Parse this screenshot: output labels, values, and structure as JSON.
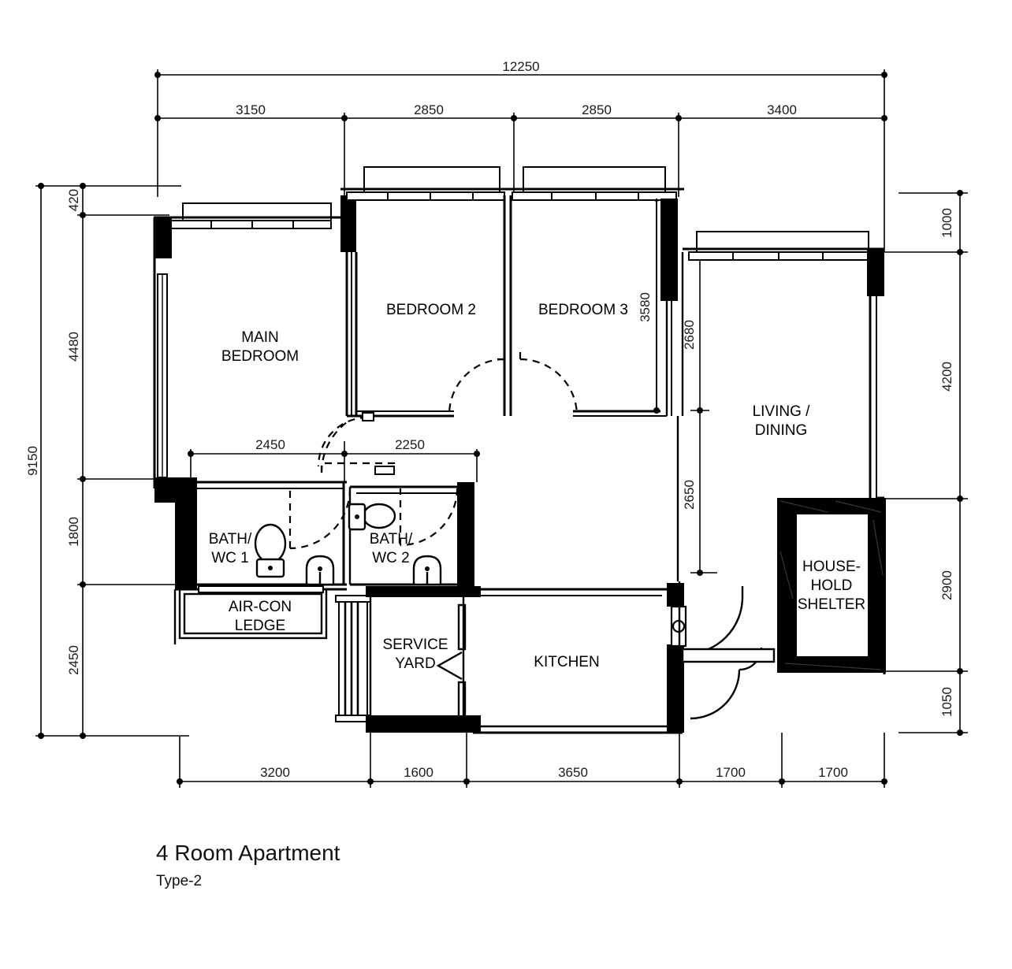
{
  "plan": {
    "title": "4 Room Apartment",
    "subtitle": "Type-2",
    "rooms": [
      {
        "id": "main-bedroom",
        "label_line1": "MAIN",
        "label_line2": "BEDROOM"
      },
      {
        "id": "bedroom-2",
        "label_line1": "BEDROOM 2",
        "label_line2": ""
      },
      {
        "id": "bedroom-3",
        "label_line1": "BEDROOM 3",
        "label_line2": ""
      },
      {
        "id": "living-dining",
        "label_line1": "LIVING /",
        "label_line2": "DINING"
      },
      {
        "id": "bath-wc-1",
        "label_line1": "BATH/",
        "label_line2": "WC 1"
      },
      {
        "id": "bath-wc-2",
        "label_line1": "BATH/",
        "label_line2": "WC 2"
      },
      {
        "id": "aircon-ledge",
        "label_line1": "AIR-CON",
        "label_line2": "LEDGE"
      },
      {
        "id": "service-yard",
        "label_line1": "SERVICE",
        "label_line2": "YARD"
      },
      {
        "id": "kitchen",
        "label_line1": "KITCHEN",
        "label_line2": ""
      },
      {
        "id": "household-shelter",
        "label_line1": "HOUSE-",
        "label_line2": "HOLD",
        "label_line3": "SHELTER"
      }
    ],
    "dimensions": {
      "top_overall": "12250",
      "top_segments": [
        "3150",
        "2850",
        "2850",
        "3400"
      ],
      "left_overall": "9150",
      "left_segments": [
        "420",
        "4480",
        "1800",
        "2450"
      ],
      "right_segments": [
        "1000",
        "4200",
        "2900",
        "1050"
      ],
      "bottom_segments": [
        "3200",
        "1600",
        "3650",
        "1700",
        "1700"
      ],
      "interior": [
        {
          "id": "bedroom3-depth",
          "value": "3580"
        },
        {
          "id": "living-upper",
          "value": "2680"
        },
        {
          "id": "living-lower",
          "value": "2650"
        },
        {
          "id": "bath1-width",
          "value": "2450"
        },
        {
          "id": "bath2-width",
          "value": "2250"
        }
      ]
    },
    "colors": {
      "line": "#000000",
      "wall_fill": "#000000",
      "background": "#ffffff",
      "dim_text": "#1a1a1a"
    }
  }
}
